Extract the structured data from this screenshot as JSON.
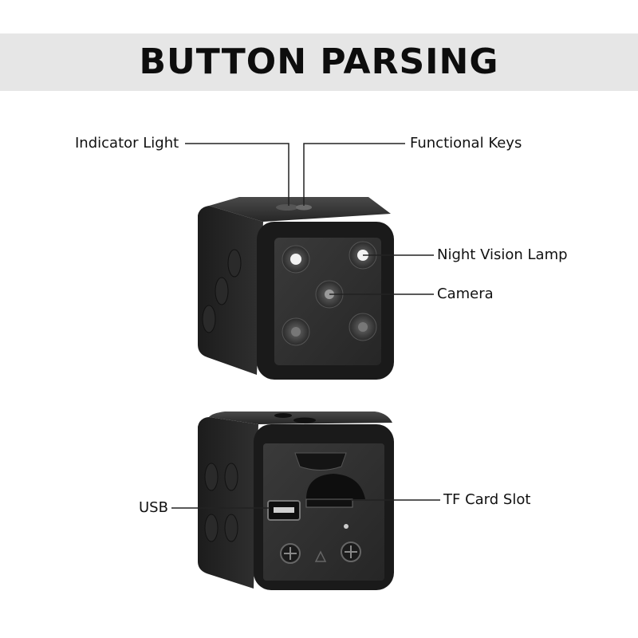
{
  "banner": {
    "title": "BUTTON PARSING"
  },
  "labels": {
    "indicator_light": "Indicator Light",
    "functional_keys": "Functional Keys",
    "night_vision_lamp": "Night Vision Lamp",
    "camera": "Camera",
    "usb": "USB",
    "tf_card_slot": "TF Card Slot"
  },
  "colors": {
    "banner_bg": "#e6e6e6",
    "device_body": "#1f1f1f",
    "device_face": "#2b2b2b",
    "text": "#111111"
  }
}
